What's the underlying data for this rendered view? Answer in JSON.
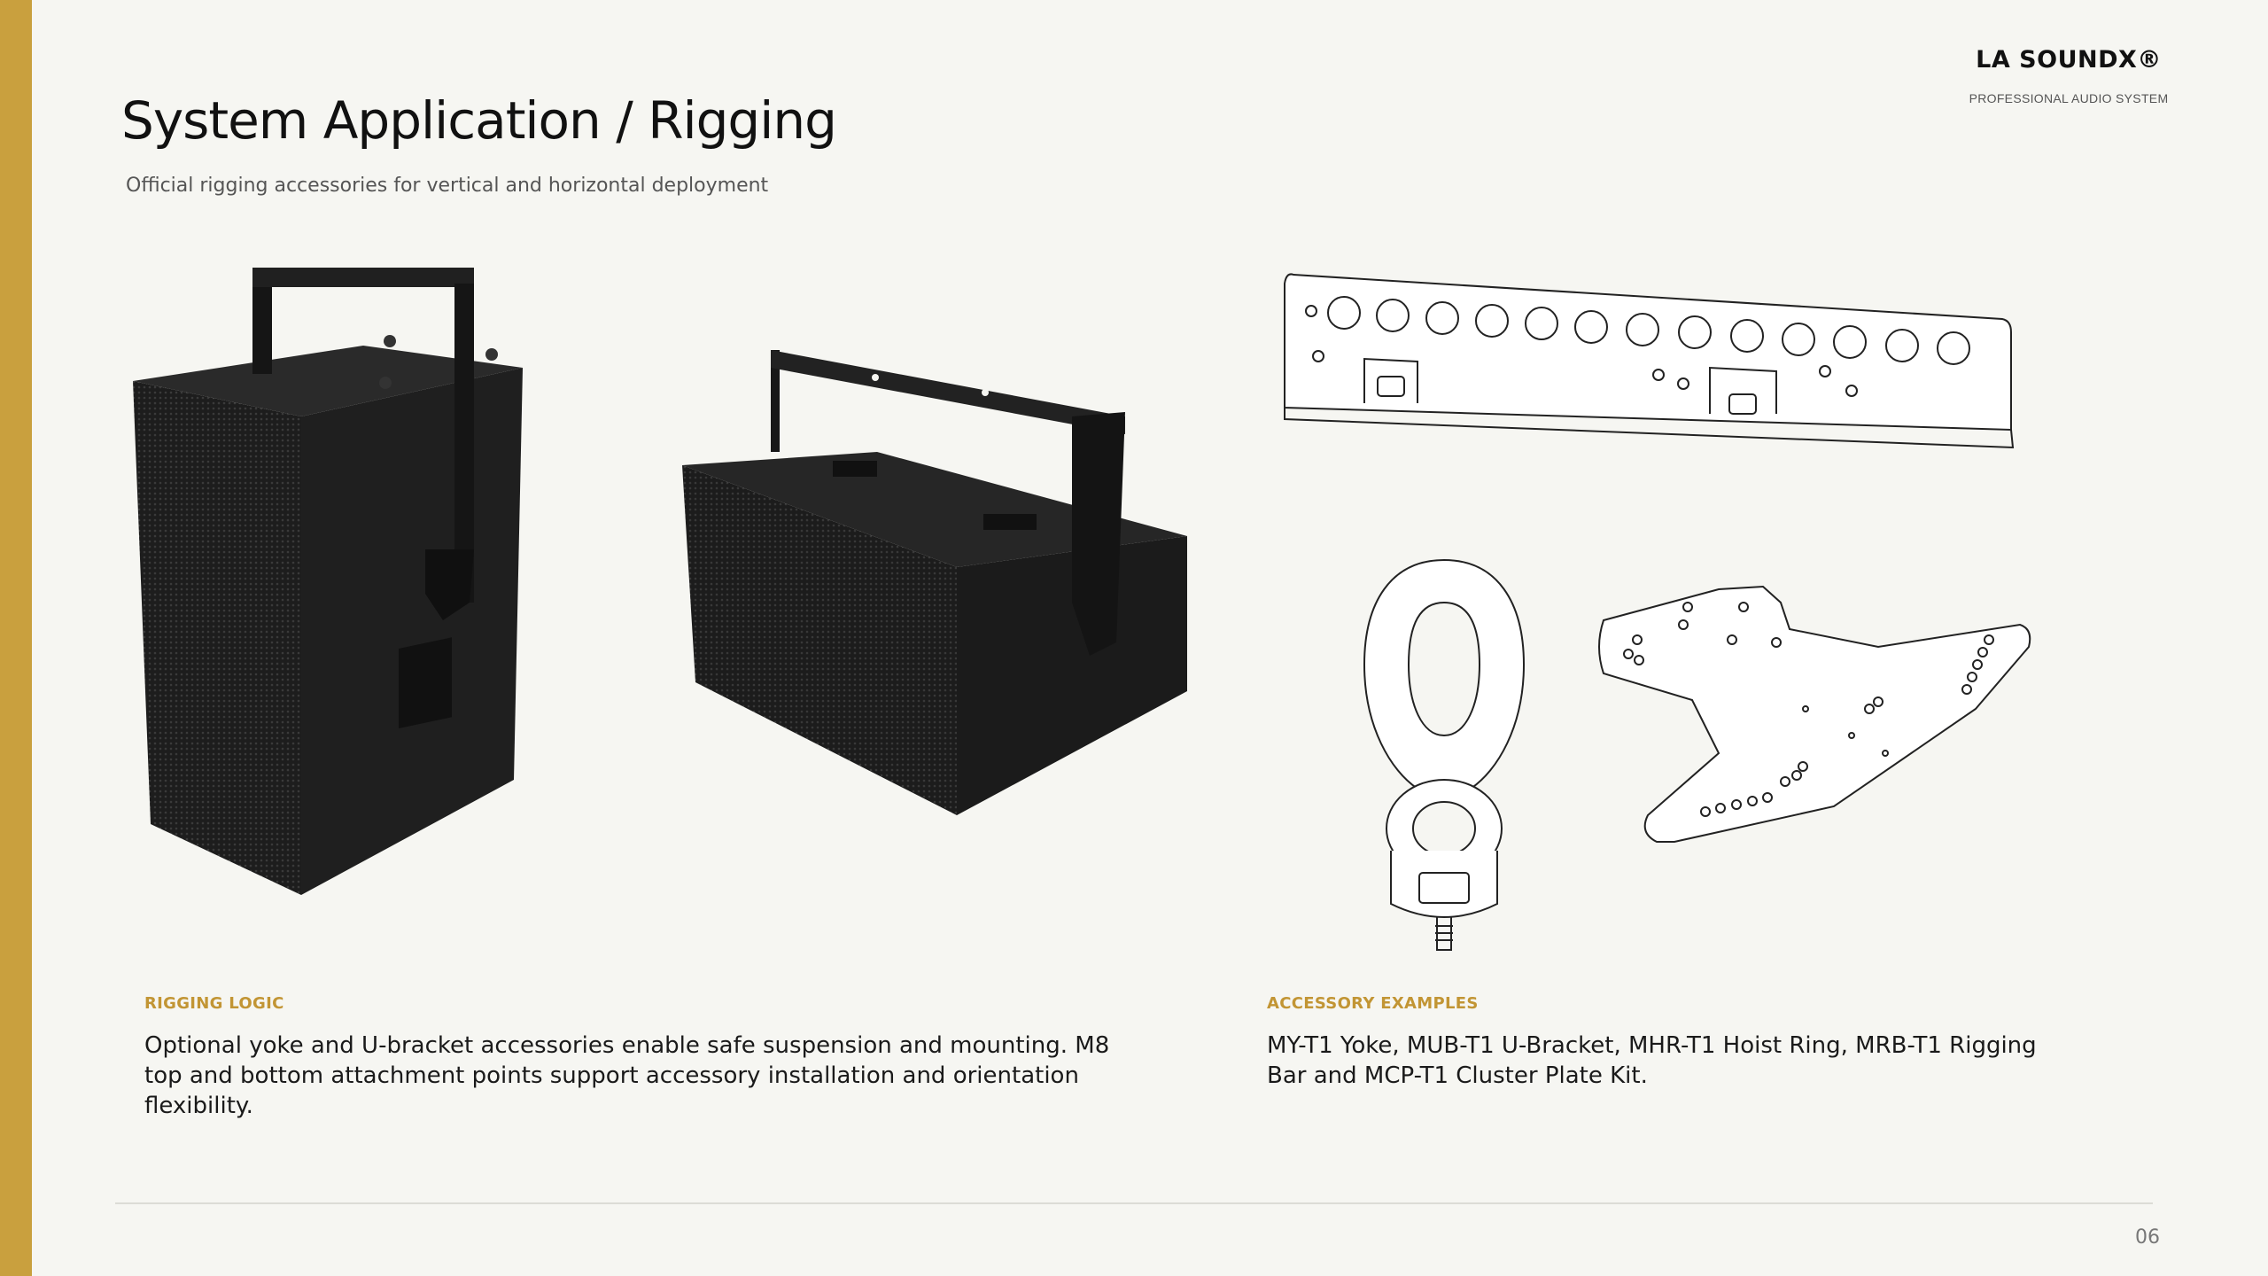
{
  "brand": {
    "name": "LA SOUNDX®",
    "tagline": "PROFESSIONAL AUDIO SYSTEM"
  },
  "header": {
    "title": "System Application / Rigging",
    "subtitle": "Official rigging accessories for vertical and horizontal deployment"
  },
  "sections": {
    "rigging_logic": {
      "label": "RIGGING LOGIC",
      "text": "Optional yoke and U-bracket accessories enable safe suspension and mounting. M8 top and bottom attachment points support accessory installation and orientation flexibility."
    },
    "accessory_examples": {
      "label": "ACCESSORY EXAMPLES",
      "text": "MY-T1 Yoke, MUB-T1 U-Bracket, MHR-T1 Hoist Ring, MRB-T1 Rigging Bar and MCP-T1 Cluster Plate Kit."
    }
  },
  "footer": {
    "page_number": "06"
  },
  "colors": {
    "accent": "#c9a03e",
    "label": "#c29534",
    "background": "#f6f6f2"
  }
}
